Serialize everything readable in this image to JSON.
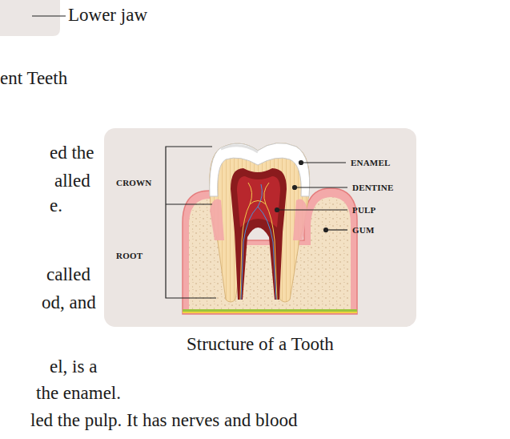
{
  "diagram": {
    "caption": "Structure of a Tooth",
    "labels": [
      "Lower jaw",
      "ent Teeth",
      "ed the",
      "alled",
      "e.",
      "called",
      "od, and",
      "el, is a",
      "the enamel.",
      "led the pulp. It has nerves and blood",
      "CROWN",
      "ROOT",
      "ENAMEL",
      "DENTINE",
      "PULP",
      "GUM"
    ]
  }
}
